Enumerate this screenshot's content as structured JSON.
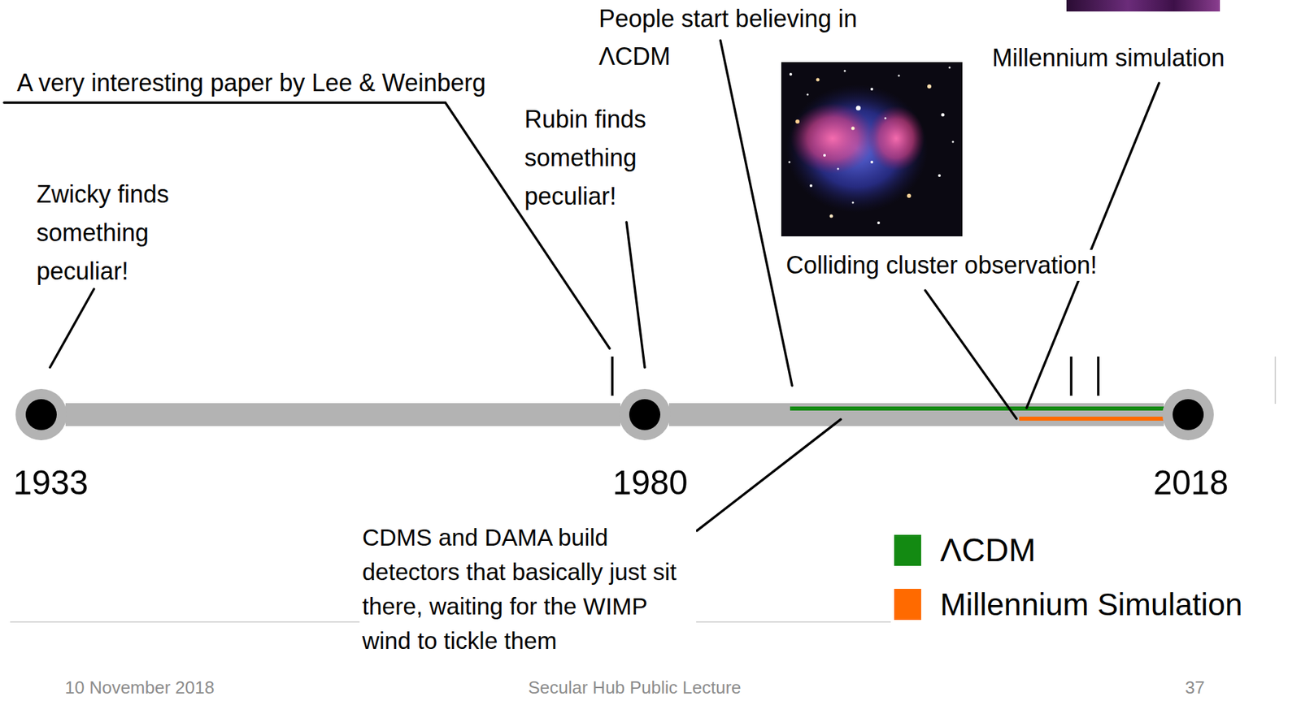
{
  "diagram": {
    "nodes": [
      {
        "text": [
          "1933"
        ]
      },
      {
        "text": [
          "1980"
        ]
      },
      {
        "text": [
          "2018"
        ]
      }
    ],
    "edges": [
      {
        "from": 0,
        "to": 1,
        "arrow": "none"
      },
      {
        "from": 1,
        "to": 2,
        "arrow": "none"
      }
    ],
    "labels": [
      "Zwicky finds something peculiar!",
      "A very interesting paper by Lee & Weinberg",
      "Rubin finds something peculiar!",
      "People start believing in ΛCDM",
      "Colliding cluster observation!",
      "Millennium simulation",
      "CDMS and DAMA build detectors that basically just sit there, waiting for the WIMP wind to tickle them",
      "10 November 2018",
      "Secular Hub Public Lecture",
      "37"
    ],
    "legend": [
      {
        "text": "ΛCDM",
        "color": "#138a12"
      },
      {
        "text": "Millennium Simulation",
        "color": "#ff6a00"
      }
    ]
  }
}
